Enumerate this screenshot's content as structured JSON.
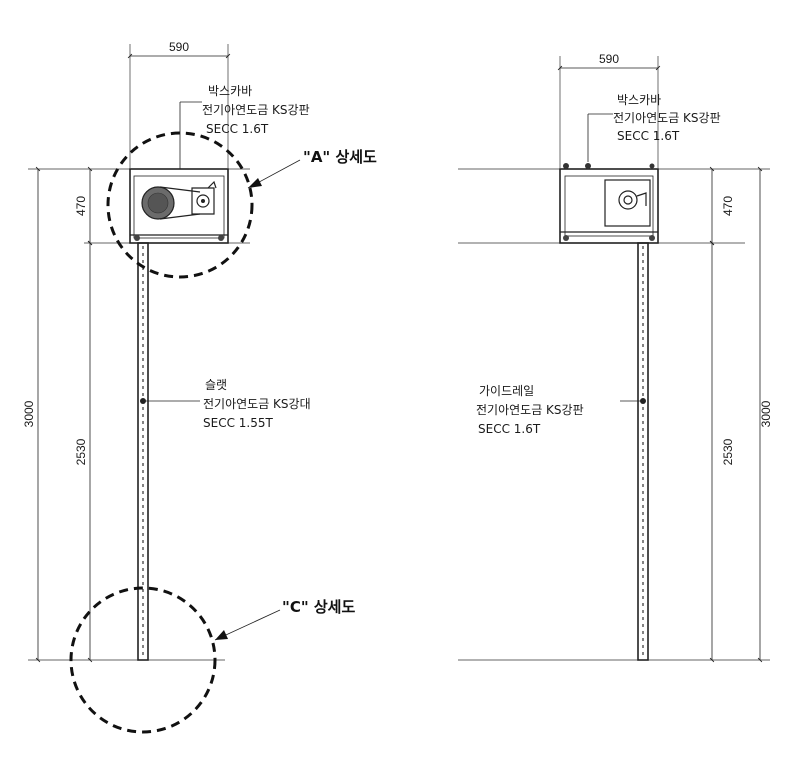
{
  "left_view": {
    "dim_width": "590",
    "dim_box_height": "470",
    "dim_total_height": "3000",
    "dim_slat_height": "2530",
    "box_cover": {
      "title": "박스카바",
      "material": "전기아연도금 KS강판",
      "spec": "SECC 1.6T"
    },
    "slat": {
      "title": "슬랫",
      "material": "전기아연도금 KS강대",
      "spec": "SECC 1.55T"
    },
    "callout_a": "\"A\" 상세도",
    "callout_c": "\"C\" 상세도"
  },
  "right_view": {
    "dim_width": "590",
    "dim_box_height": "470",
    "dim_total_height": "3000",
    "dim_slat_height": "2530",
    "box_cover": {
      "title": "박스카바",
      "material": "전기아연도금 KS강판",
      "spec": "SECC 1.6T"
    },
    "guide_rail": {
      "title": "가이드레일",
      "material": "전기아연도금 KS강판",
      "spec": "SECC 1.6T"
    }
  }
}
